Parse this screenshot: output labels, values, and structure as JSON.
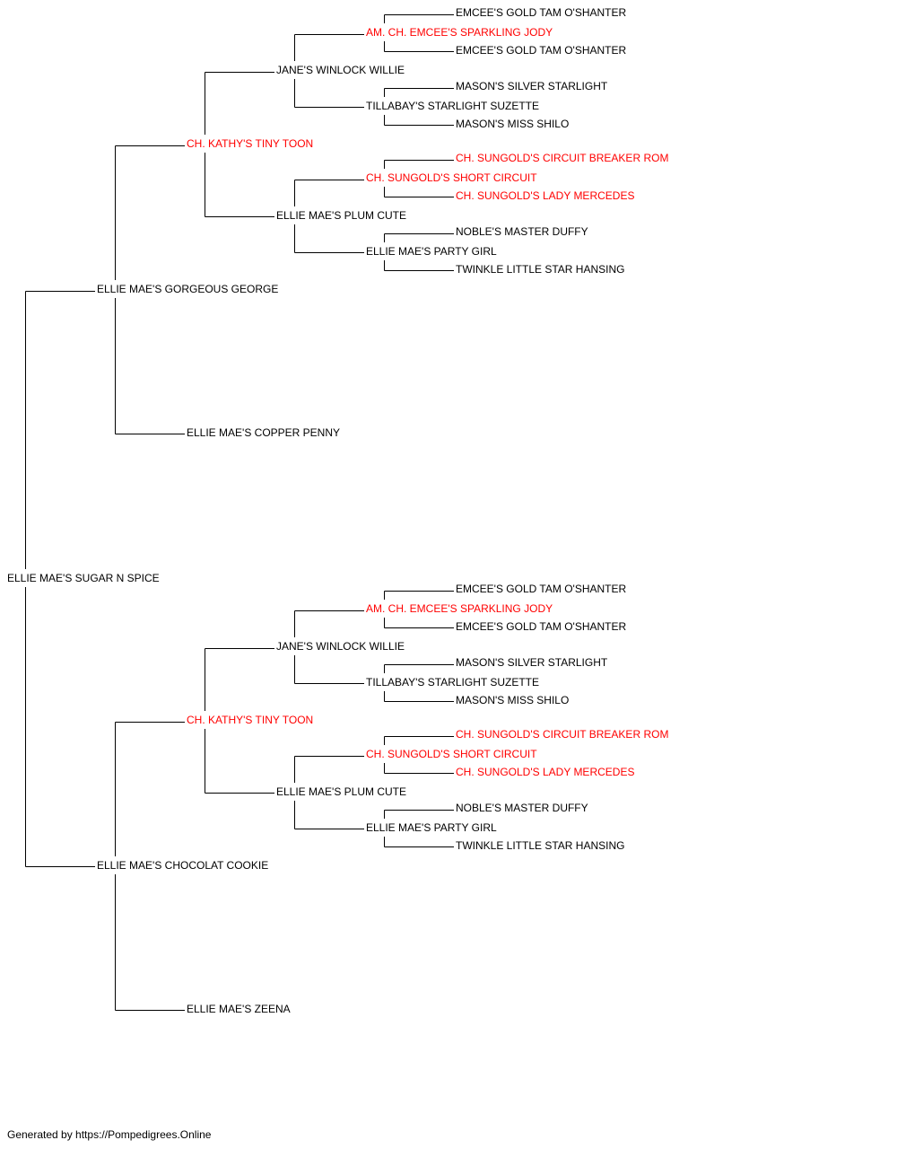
{
  "colors": {
    "champion": "#ff0000",
    "normal": "#000000",
    "line": "#000000"
  },
  "pedigree": {
    "name": "ELLIE MAE'S SUGAR N SPICE",
    "champion": false,
    "sire": {
      "name": "ELLIE MAE'S GORGEOUS GEORGE",
      "champion": false,
      "sire": {
        "name": "CH. KATHY'S TINY TOON",
        "champion": true,
        "sire": {
          "name": "JANE'S WINLOCK WILLIE",
          "champion": false,
          "sire": {
            "name": "AM. CH. EMCEE'S SPARKLING JODY",
            "champion": true,
            "sire": {
              "name": "EMCEE'S GOLD TAM O'SHANTER",
              "champion": false
            },
            "dam": {
              "name": "EMCEE'S GOLD TAM O'SHANTER",
              "champion": false
            }
          },
          "dam": {
            "name": "TILLABAY'S STARLIGHT SUZETTE",
            "champion": false,
            "sire": {
              "name": "MASON'S SILVER STARLIGHT",
              "champion": false
            },
            "dam": {
              "name": "MASON'S MISS SHILO",
              "champion": false
            }
          }
        },
        "dam": {
          "name": "ELLIE MAE'S PLUM CUTE",
          "champion": false,
          "sire": {
            "name": "CH. SUNGOLD'S SHORT CIRCUIT",
            "champion": true,
            "sire": {
              "name": "CH. SUNGOLD'S CIRCUIT BREAKER ROM",
              "champion": true
            },
            "dam": {
              "name": "CH. SUNGOLD'S LADY MERCEDES",
              "champion": true
            }
          },
          "dam": {
            "name": "ELLIE MAE'S PARTY GIRL",
            "champion": false,
            "sire": {
              "name": "NOBLE'S MASTER DUFFY",
              "champion": false
            },
            "dam": {
              "name": "TWINKLE LITTLE STAR HANSING",
              "champion": false
            }
          }
        }
      },
      "dam": {
        "name": "ELLIE MAE'S COPPER PENNY",
        "champion": false
      }
    },
    "dam": {
      "name": "ELLIE MAE'S CHOCOLAT COOKIE",
      "champion": false,
      "sire": {
        "name": "CH. KATHY'S TINY TOON",
        "champion": true,
        "sire": {
          "name": "JANE'S WINLOCK WILLIE",
          "champion": false,
          "sire": {
            "name": "AM. CH. EMCEE'S SPARKLING JODY",
            "champion": true,
            "sire": {
              "name": "EMCEE'S GOLD TAM O'SHANTER",
              "champion": false
            },
            "dam": {
              "name": "EMCEE'S GOLD TAM O'SHANTER",
              "champion": false
            }
          },
          "dam": {
            "name": "TILLABAY'S STARLIGHT SUZETTE",
            "champion": false,
            "sire": {
              "name": "MASON'S SILVER STARLIGHT",
              "champion": false
            },
            "dam": {
              "name": "MASON'S MISS SHILO",
              "champion": false
            }
          }
        },
        "dam": {
          "name": "ELLIE MAE'S PLUM CUTE",
          "champion": false,
          "sire": {
            "name": "CH. SUNGOLD'S SHORT CIRCUIT",
            "champion": true,
            "sire": {
              "name": "CH. SUNGOLD'S CIRCUIT BREAKER ROM",
              "champion": true
            },
            "dam": {
              "name": "CH. SUNGOLD'S LADY MERCEDES",
              "champion": true
            }
          },
          "dam": {
            "name": "ELLIE MAE'S PARTY GIRL",
            "champion": false,
            "sire": {
              "name": "NOBLE'S MASTER DUFFY",
              "champion": false
            },
            "dam": {
              "name": "TWINKLE LITTLE STAR HANSING",
              "champion": false
            }
          }
        }
      },
      "dam": {
        "name": "ELLIE MAE'S ZEENA",
        "champion": false
      }
    }
  },
  "footer": {
    "text": "Generated by https://Pompedigrees.Online"
  }
}
